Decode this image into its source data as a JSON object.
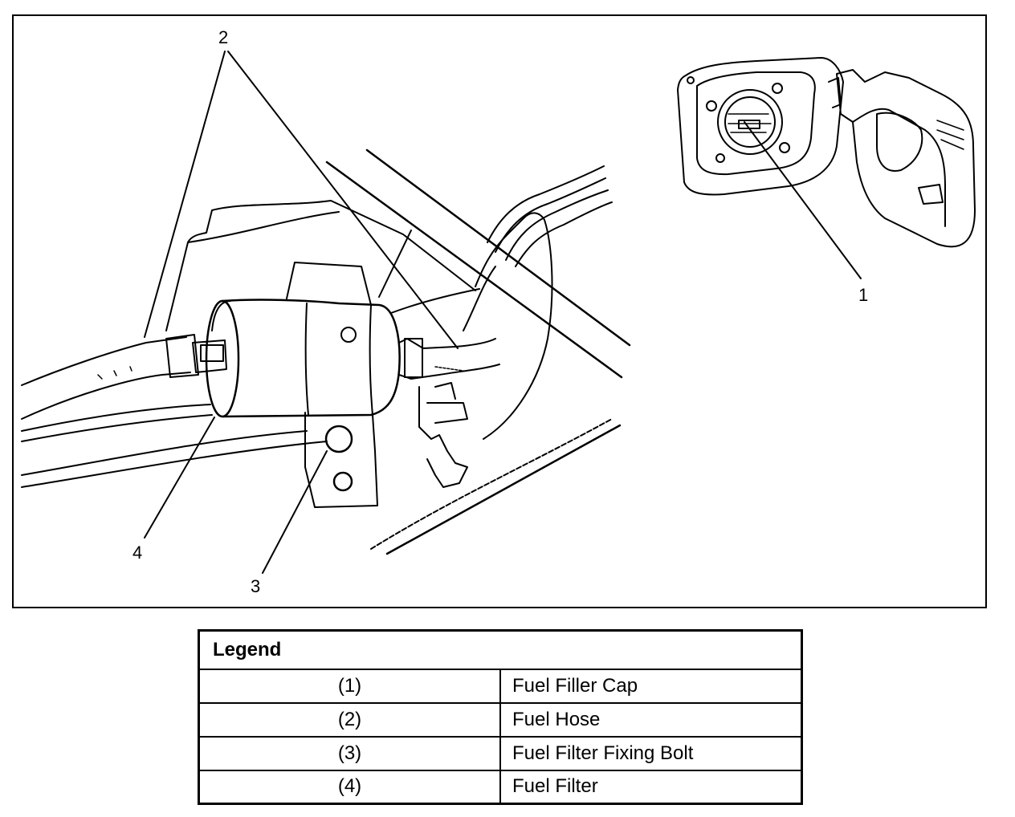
{
  "callouts": {
    "c1": "1",
    "c2": "2",
    "c3": "3",
    "c4": "4"
  },
  "legend": {
    "title": "Legend",
    "rows": [
      {
        "num": "(1)",
        "label": "Fuel Filler Cap"
      },
      {
        "num": "(2)",
        "label": "Fuel Hose"
      },
      {
        "num": "(3)",
        "label": "Fuel Filter Fixing Bolt"
      },
      {
        "num": "(4)",
        "label": "Fuel Filter"
      }
    ]
  },
  "colors": {
    "ink": "#000000",
    "paper": "#ffffff"
  }
}
